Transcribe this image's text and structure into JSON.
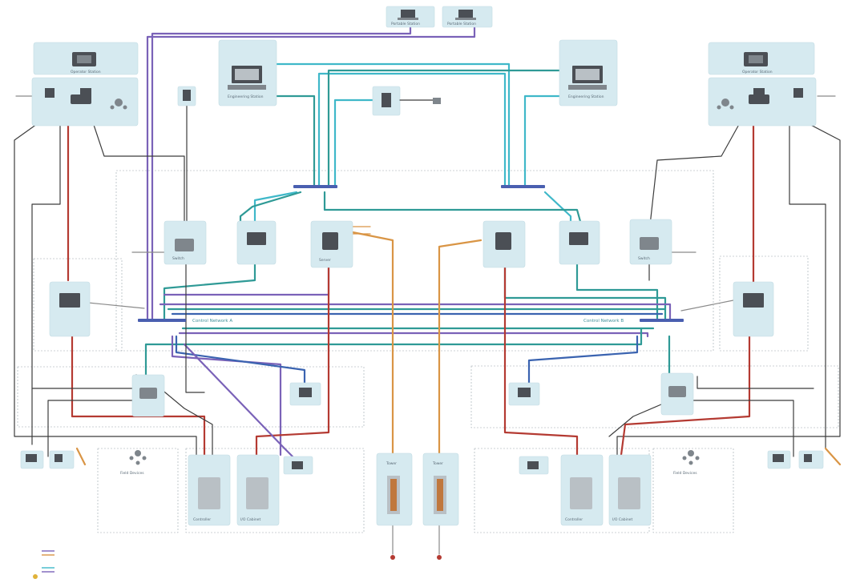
{
  "colors": {
    "cyan": "#3fb8c9",
    "teal": "#2f9a96",
    "purple": "#7a62b8",
    "blue": "#3a63b0",
    "red": "#b43a32",
    "black": "#3c3c3c",
    "orange": "#d99545",
    "node_fill": "#d6eaf0"
  },
  "networks": {
    "left": "Control Network A",
    "right": "Control Network B"
  },
  "labels": {
    "top_laptop_1": "Portable Station",
    "top_laptop_2": "Portable Station",
    "left_panel_title": "Operator Station",
    "right_panel_title": "Operator Station",
    "left_ews": "Engineering Station",
    "right_ews": "Engineering Station",
    "center_server": "Server",
    "left_switch": "Switch",
    "right_switch": "Switch",
    "left_cab_1": "Controller",
    "left_cab_2": "I/O Cabinet",
    "right_cab_1": "Controller",
    "right_cab_2": "I/O Cabinet",
    "left_field": "Field Devices",
    "right_field": "Field Devices",
    "center_tower_1": "Tower",
    "center_tower_2": "Tower"
  }
}
